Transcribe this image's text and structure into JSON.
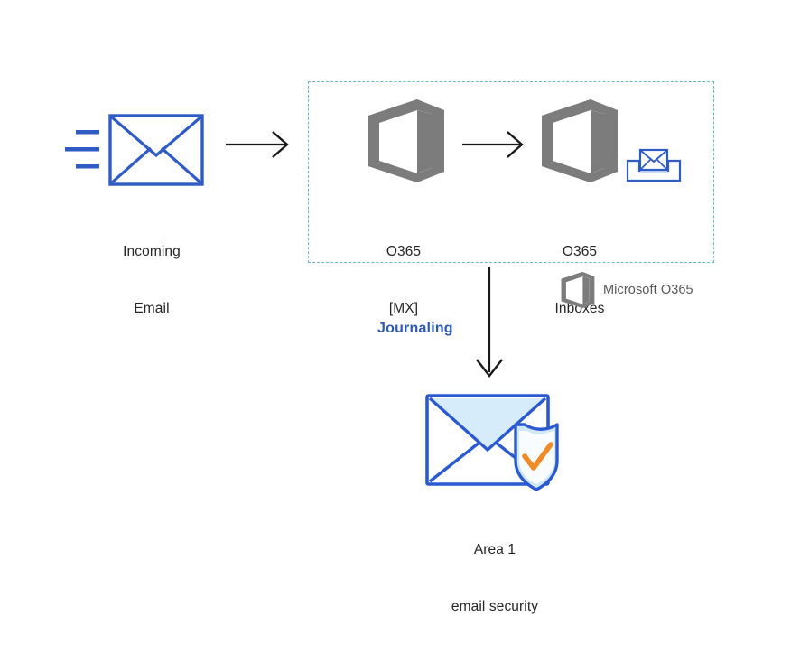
{
  "diagram": {
    "title": "Email journaling flow to Area 1 email security",
    "background": "#ffffff"
  },
  "colors": {
    "envelope_blue": "#2f5bc4",
    "arrow_black": "#1a1a1a",
    "office_gray": "#7c7c7c",
    "dashed_border_teal": "#6cb8cf",
    "journaling_blue": "#2a5bb8",
    "legend_gray": "#595959",
    "label_text": "#262626",
    "shield_orange": "#f08a24",
    "shield_fill_light": "#cfe9fb",
    "envelope_flap_light": "#d7ecfa",
    "area1_border_blue": "#2b5ad0"
  },
  "nodes": {
    "incoming_email": {
      "icon": "envelope-with-motion-lines-icon",
      "label_lines": [
        "Incoming",
        "Email"
      ]
    },
    "o365_mx": {
      "icon": "office-365-logo-icon",
      "label_lines": [
        "O365",
        "[MX]"
      ]
    },
    "o365_inboxes": {
      "icon": "office-365-logo-icon",
      "secondary_icon": "inbox-tray-envelope-icon",
      "label_lines": [
        "O365",
        "Inboxes"
      ]
    },
    "area1_security": {
      "icon": "envelope-with-shield-check-icon",
      "label_lines": [
        "Area 1",
        "email security"
      ]
    }
  },
  "connectors": {
    "incoming_to_mx": {
      "name": "arrow-right",
      "direction": "right"
    },
    "mx_to_inboxes": {
      "name": "arrow-right",
      "direction": "right"
    },
    "inboxes_to_area1": {
      "name": "arrow-down",
      "direction": "down",
      "label": "Journaling"
    }
  },
  "region": {
    "name": "o365-boundary",
    "style": "dashed"
  },
  "legend": {
    "icon": "office-365-logo-icon",
    "text": "Microsoft O365"
  }
}
